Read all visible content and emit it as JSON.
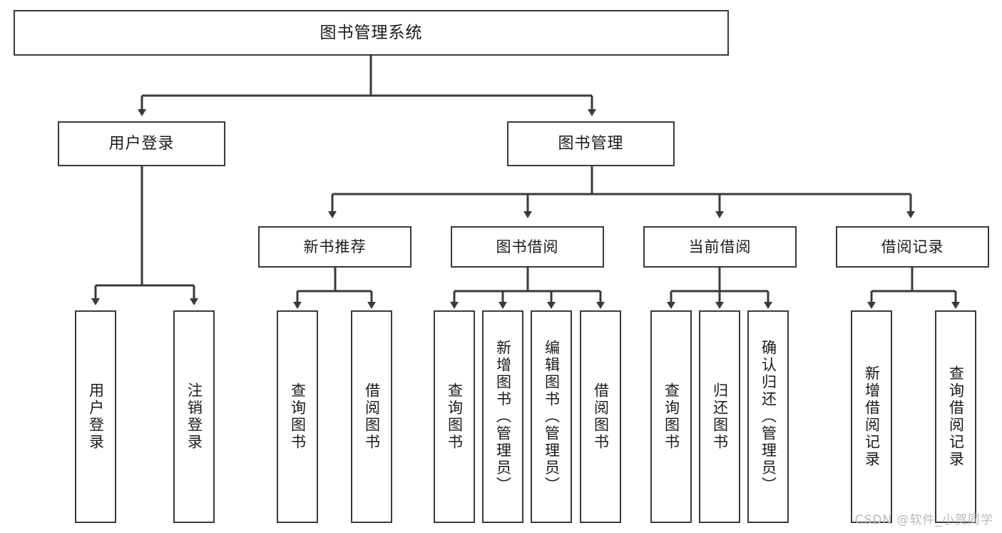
{
  "diagram": {
    "title": "图书管理系统",
    "type": "function-tree",
    "root": {
      "label": "图书管理系统"
    },
    "level1": [
      {
        "label": "用户登录"
      },
      {
        "label": "图书管理"
      }
    ],
    "level2": [
      {
        "label": "新书推荐",
        "parent": "图书管理"
      },
      {
        "label": "图书借阅",
        "parent": "图书管理"
      },
      {
        "label": "当前借阅",
        "parent": "图书管理"
      },
      {
        "label": "借阅记录",
        "parent": "图书管理"
      }
    ],
    "leaves": {
      "用户登录": [
        {
          "label": "用户登录"
        },
        {
          "label": "注销登录"
        }
      ],
      "新书推荐": [
        {
          "label": "查询图书"
        },
        {
          "label": "借阅图书"
        }
      ],
      "图书借阅": [
        {
          "label": "查询图书"
        },
        {
          "label": "新增图书（管理员）"
        },
        {
          "label": "编辑图书（管理员）"
        },
        {
          "label": "借阅图书"
        }
      ],
      "当前借阅": [
        {
          "label": "查询图书"
        },
        {
          "label": "归还图书"
        },
        {
          "label": "确认归还（管理员）"
        }
      ],
      "借阅记录": [
        {
          "label": "新增借阅记录"
        },
        {
          "label": "查询借阅记录"
        }
      ]
    }
  },
  "watermark": {
    "text": "CSDN @软件_小贺同学"
  },
  "colors": {
    "stroke": "#3a3a3a",
    "background": "#ffffff",
    "text": "#1a1a1a",
    "watermark": "#b9b9b9"
  }
}
